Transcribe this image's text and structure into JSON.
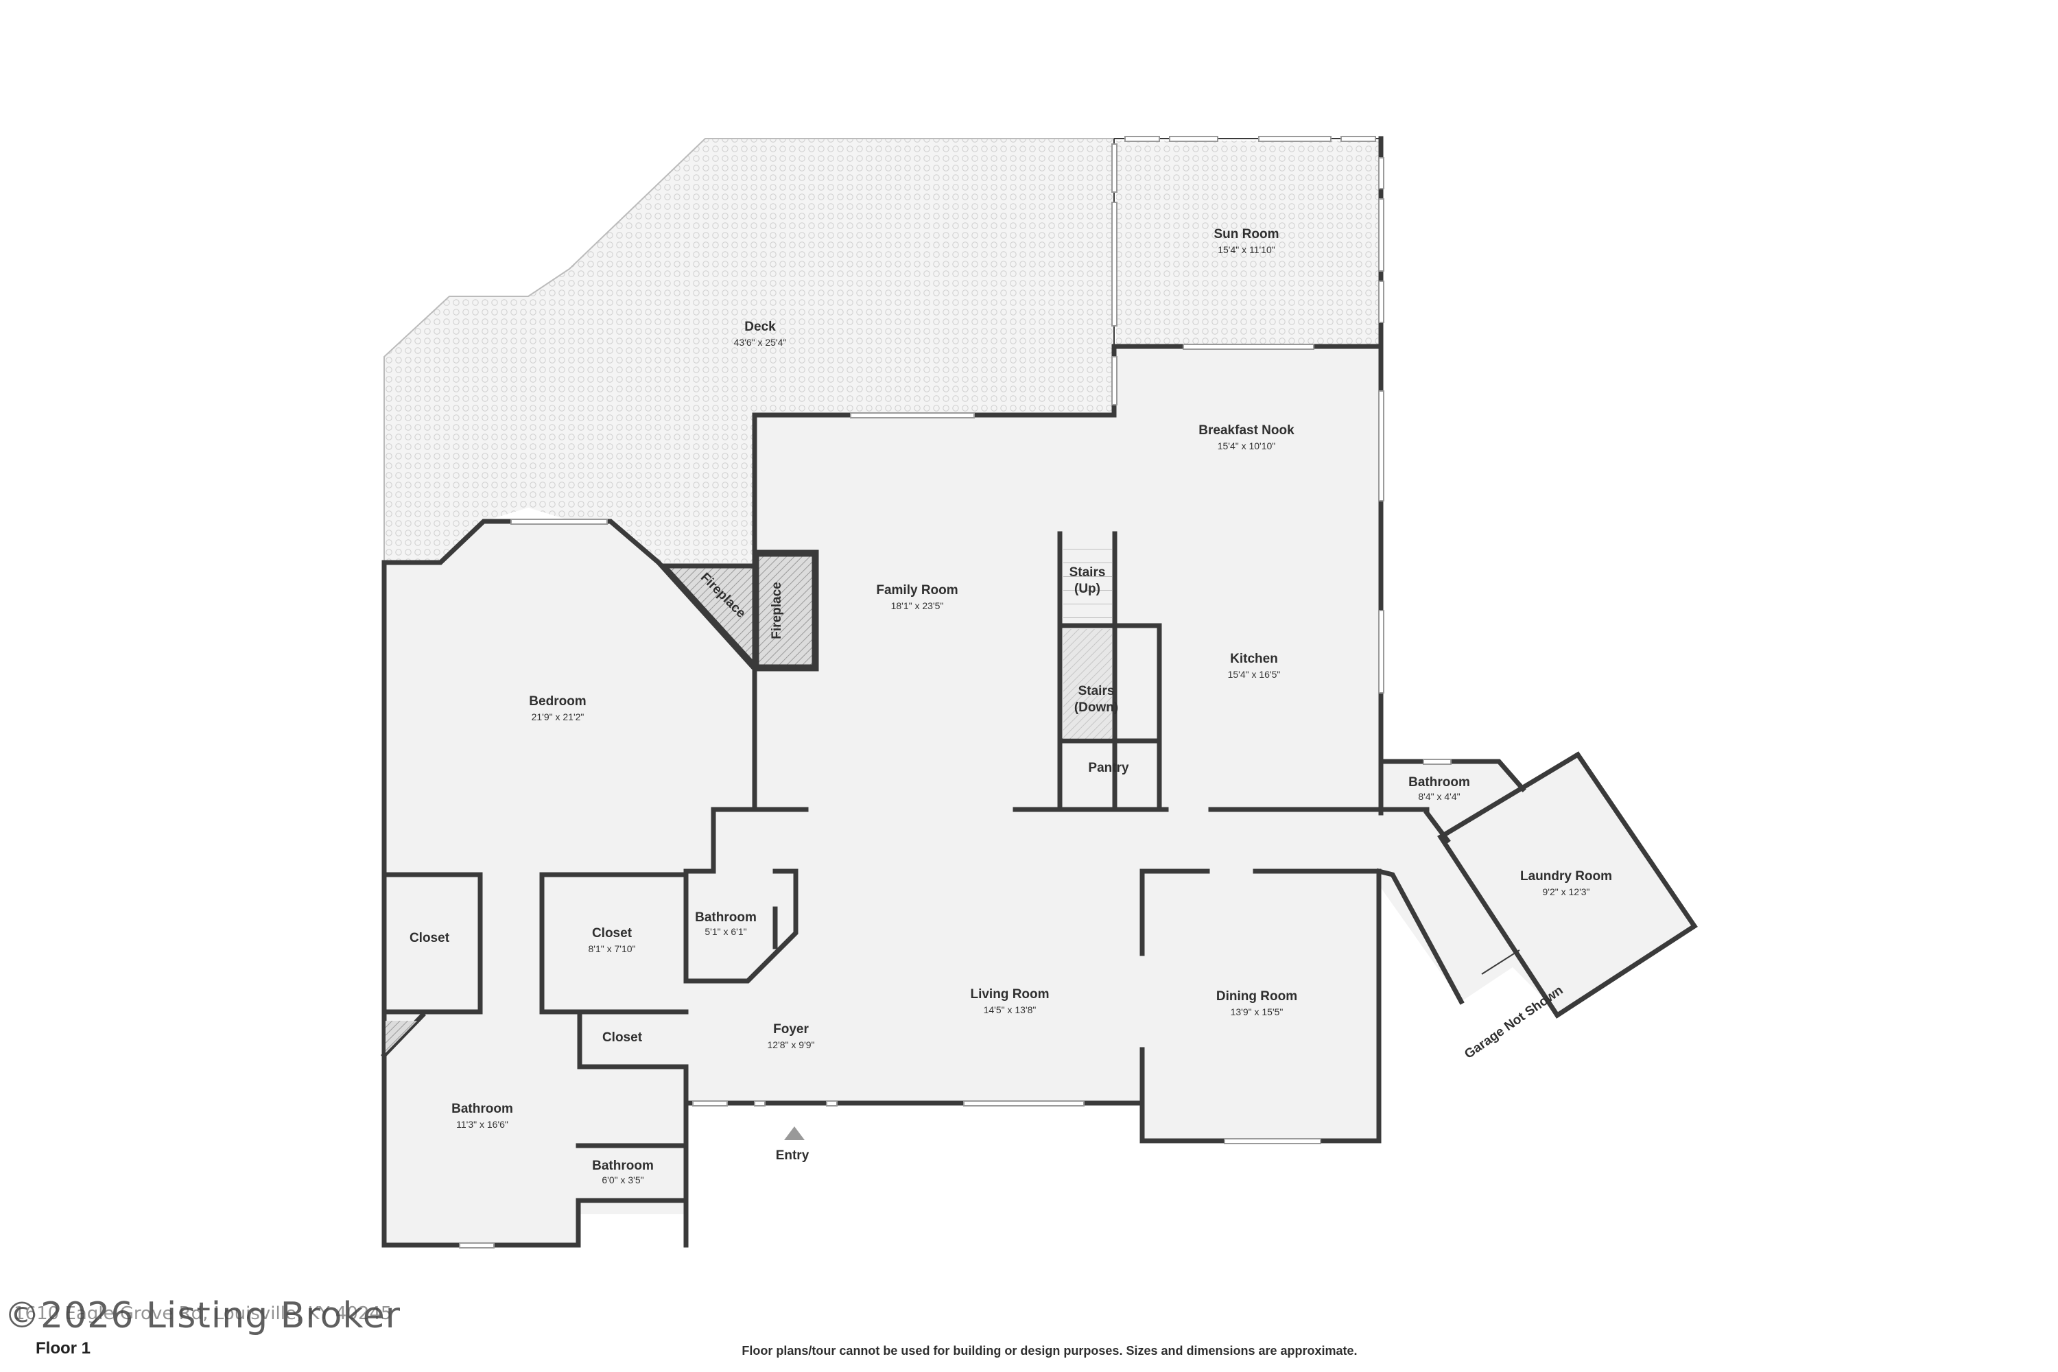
{
  "rooms": [
    {
      "id": "deck",
      "name": "Deck",
      "dim": "43'6\" x 25'4\""
    },
    {
      "id": "sun-room",
      "name": "Sun Room",
      "dim": "15'4\" x 11'10\""
    },
    {
      "id": "breakfast-nook",
      "name": "Breakfast Nook",
      "dim": "15'4\" x 10'10\""
    },
    {
      "id": "family-room",
      "name": "Family Room",
      "dim": "18'1\" x 23'5\""
    },
    {
      "id": "kitchen",
      "name": "Kitchen",
      "dim": "15'4\" x 16'5\""
    },
    {
      "id": "bedroom",
      "name": "Bedroom",
      "dim": "21'9\" x 21'2\""
    },
    {
      "id": "stairs-up",
      "name": "Stairs (Up)",
      "dim": ""
    },
    {
      "id": "stairs-down",
      "name": "Stairs (Down)",
      "dim": ""
    },
    {
      "id": "pantry",
      "name": "Pantry",
      "dim": ""
    },
    {
      "id": "bathroom-small-right",
      "name": "Bathroom",
      "dim": "8'4\" x 4'4\""
    },
    {
      "id": "laundry-room",
      "name": "Laundry Room",
      "dim": "9'2\" x 12'3\""
    },
    {
      "id": "closet-left",
      "name": "Closet",
      "dim": ""
    },
    {
      "id": "closet-middle",
      "name": "Closet",
      "dim": "8'1\" x 7'10\""
    },
    {
      "id": "bathroom-hall",
      "name": "Bathroom",
      "dim": "5'1\" x 6'1\""
    },
    {
      "id": "closet-small",
      "name": "Closet",
      "dim": ""
    },
    {
      "id": "living-room",
      "name": "Living Room",
      "dim": "14'5\" x 13'8\""
    },
    {
      "id": "dining-room",
      "name": "Dining Room",
      "dim": "13'9\" x 15'5\""
    },
    {
      "id": "foyer",
      "name": "Foyer",
      "dim": "12'8\" x 9'9\""
    },
    {
      "id": "bathroom-master",
      "name": "Bathroom",
      "dim": "11'3\" x 16'6\""
    },
    {
      "id": "bathroom-toilet",
      "name": "Bathroom",
      "dim": "6'0\" x 3'5\""
    }
  ],
  "fireplaces": [
    "Fireplace",
    "Fireplace"
  ],
  "entry_label": "Entry",
  "garage_label": "Garage Not Shown",
  "floor_label": "Floor 1",
  "watermark": "©2026 Listing Broker",
  "watermark_address": "1610 Eagle Grove Rd, Louisville, KY 40245",
  "disclaimer": "Floor plans/tour cannot be used for building or design purposes. Sizes and dimensions are approximate.",
  "colors": {
    "wall": "#3a3a3a",
    "floor": "#f2f2f2",
    "deck": "#e9e9e9",
    "window": "#9a9a9a"
  }
}
